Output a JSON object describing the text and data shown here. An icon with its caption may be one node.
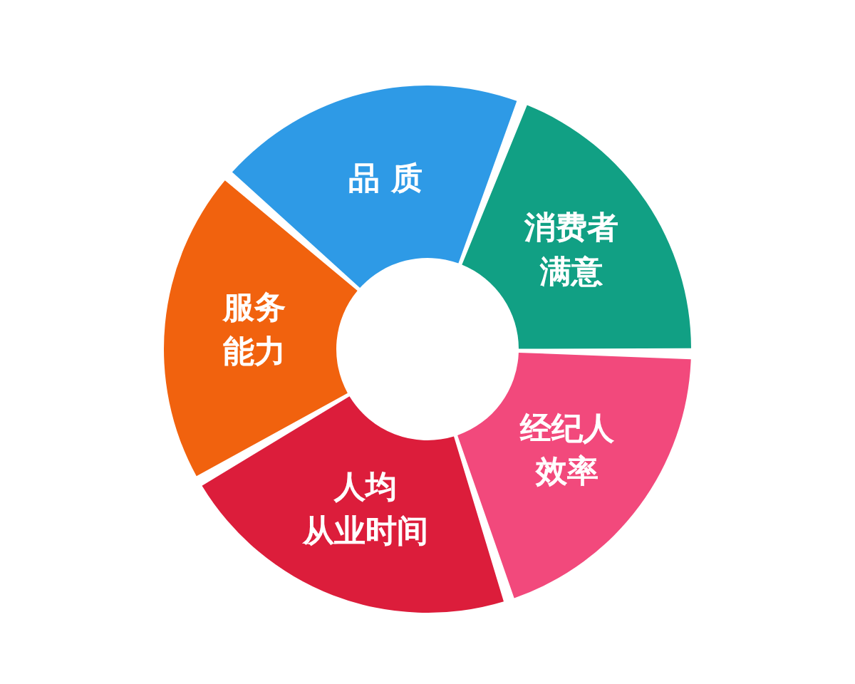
{
  "diagram": {
    "nodes": [
      {
        "text": [
          "品 质"
        ]
      },
      {
        "text": [
          "消费者满意"
        ]
      },
      {
        "text": [
          "经纪人效率"
        ]
      },
      {
        "text": [
          "人均从业时间"
        ]
      },
      {
        "text": [
          "服务能力"
        ]
      }
    ]
  }
}
